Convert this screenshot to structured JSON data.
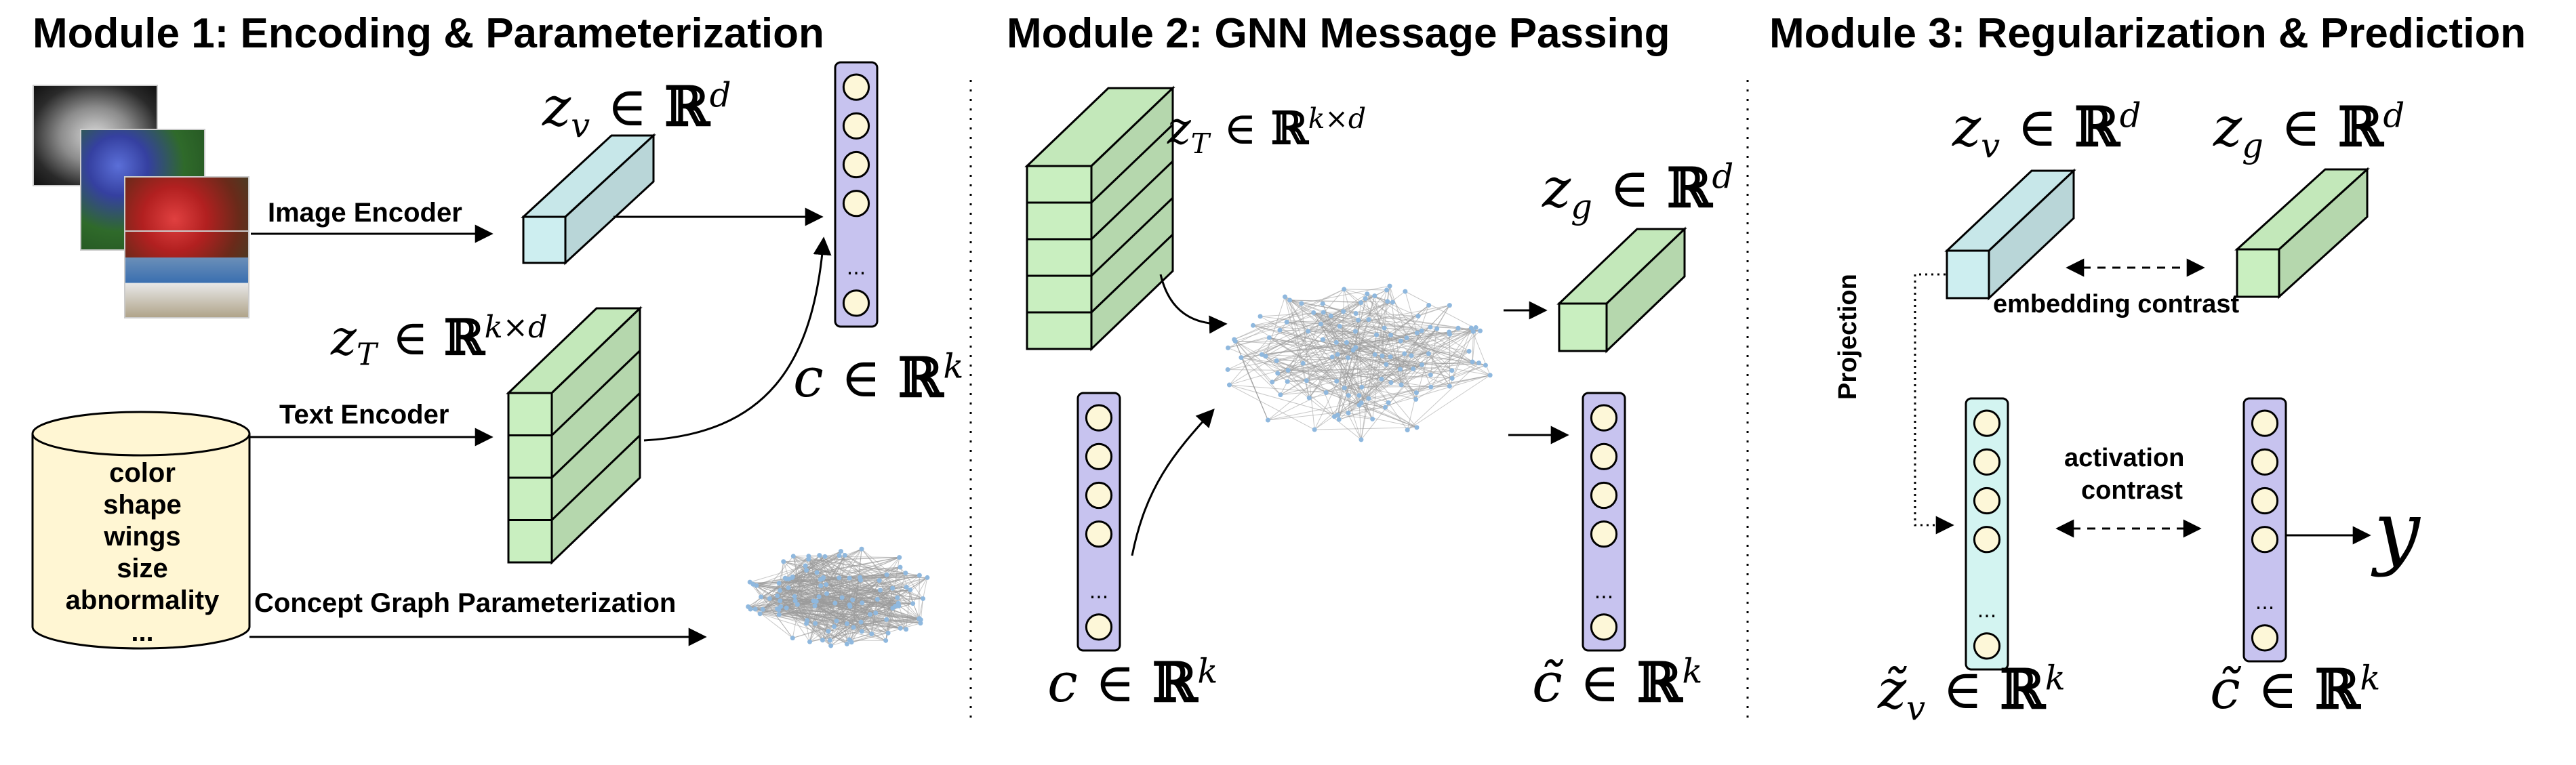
{
  "modules": {
    "m1": {
      "title": "Module 1: Encoding & Parameterization"
    },
    "m2": {
      "title": "Module 2: GNN Message Passing"
    },
    "m3": {
      "title": "Module 3: Regularization & Prediction"
    }
  },
  "labels": {
    "image_encoder": "Image Encoder",
    "text_encoder": "Text Encoder",
    "concept_graph": "Concept Graph Parameterization",
    "embedding_contrast": "embedding contrast",
    "activation_contrast_1": "activation",
    "activation_contrast_2": "contrast",
    "projection": "Projection",
    "ellipsis": "..."
  },
  "concepts": [
    "color",
    "shape",
    "wings",
    "size",
    "abnormality",
    "..."
  ],
  "math": {
    "zv": {
      "base": "z",
      "sub": "v",
      "in": " ∈ ",
      "set": "ℝ",
      "sup": "d"
    },
    "zT": {
      "base": "z",
      "sub": "T",
      "in": " ∈ ",
      "set": "ℝ",
      "sup": "k×d"
    },
    "c": {
      "base": "c",
      "in": " ∈ ",
      "set": "ℝ",
      "sup": "k"
    },
    "zg": {
      "base": "z",
      "sub": "g",
      "in": " ∈ ",
      "set": "ℝ",
      "sup": "d"
    },
    "ctilde": {
      "base": "c̃",
      "in": " ∈ ",
      "set": "ℝ",
      "sup": "k"
    },
    "zvtilde": {
      "base": "z̃",
      "sub": "v",
      "in": " ∈ ",
      "set": "ℝ",
      "sup": "k"
    },
    "y": "y"
  },
  "colors": {
    "image_embed": "#cdeef0",
    "text_embed": "#c9efc0",
    "concept_vec": "#c7c3ef",
    "projected_vec": "#d3f4f1",
    "circle_fill": "#fdf7d8",
    "graph_node": "#8fb8de",
    "database_fill": "#fff6d3"
  }
}
